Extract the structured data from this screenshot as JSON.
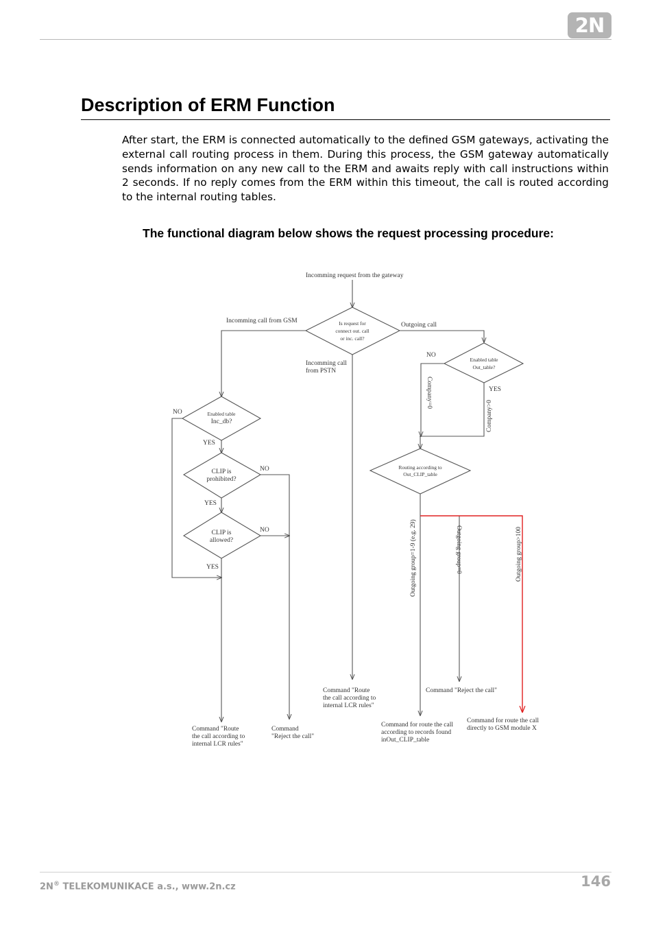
{
  "header": {
    "logo_text": "2N"
  },
  "title": "Description of ERM Function",
  "intro_paragraph": "After start, the ERM is connected automatically to the defined GSM gateways, activating the external call routing process in them. During this process, the GSM gateway automatically sends information on any new call to the ERM and awaits reply with call instructions within 2 seconds. If no reply comes from the ERM within this timeout, the call is routed according to the internal routing tables.",
  "subheading": "The functional diagram below shows the request processing procedure:",
  "diagram": {
    "start": "Incomming request from the gateway",
    "decision_request_type": [
      "Is request for",
      "connect out. call",
      "or inc. call?"
    ],
    "branch_gsm": "Incomming call from GSM",
    "branch_outgoing": "Outgoing call",
    "branch_pstn": [
      "Incomming call",
      "from PSTN"
    ],
    "decision_out_table": [
      "Enabled table",
      "Out_table?"
    ],
    "decision_inc_db": [
      "Enabled table",
      "Inc_db?"
    ],
    "decision_clip_prohibited": [
      "CLIP is",
      "prohibited?"
    ],
    "decision_clip_allowed": [
      "CLIP is",
      "allowed?"
    ],
    "routing_out_clip": [
      "Routing according to",
      "Out_CLIP_table"
    ],
    "label_no": "NO",
    "label_yes": "YES",
    "company_zero": "Company=0",
    "company_nonzero": "Company>0",
    "outgoing_group_1_9": "Outgoing group=1-9 (e.g. 29)",
    "outgoing_group_0": "Outgoing group=0",
    "outgoing_group_100": "Outgoing group>100",
    "cmd_route_lcr_pstn": [
      "Command \"Route",
      "the call according to",
      "internal LCR rules\""
    ],
    "cmd_reject_outgoing": "Command \"Reject the call\"",
    "cmd_route_lcr_gsm": [
      "Command \"Route",
      "the call according to",
      "internal LCR rules\""
    ],
    "cmd_reject_gsm": [
      "Command",
      "\"Reject the call\""
    ],
    "cmd_route_records": [
      "Command for route the call",
      "according to records found",
      "inOut_CLIP_table"
    ],
    "cmd_route_gsm_module": [
      "Command for route the call",
      "directly to GSM module X"
    ],
    "highlight_color": "#e02020",
    "line_color": "#555555"
  },
  "footer": {
    "company_prefix": "2N",
    "registered_mark": "®",
    "company_rest": " TELEKOMUNIKACE a.s., www.2n.cz",
    "page_number": "146"
  }
}
